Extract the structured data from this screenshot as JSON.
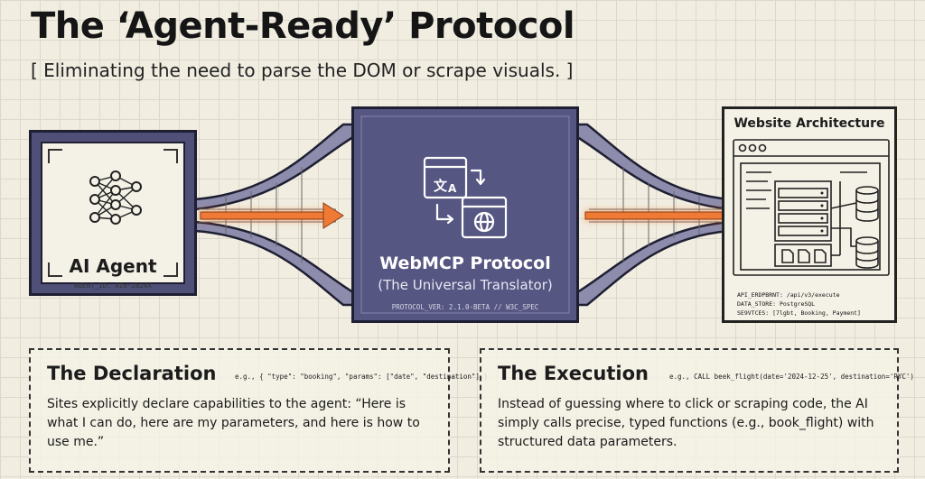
{
  "header": {
    "title": "The ‘Agent-Ready’ Protocol",
    "subtitle": "[ Eliminating the need to parse the DOM or scrape visuals. ]"
  },
  "agent": {
    "label": "AI Agent",
    "id": "AGENT_ID: AI6-2824X"
  },
  "protocol": {
    "name": "WebMCP Protocol",
    "subtitle": "(The Universal Translator)",
    "version": "PROTOCOL_VER: 2.1.0-BETA // W3C_SPEC"
  },
  "website": {
    "title": "Website Architecture",
    "spec_lines": [
      "API_ERDPBRNT: /api/v3/execute",
      "DATA_STORE: PostgreSQL",
      "SE9VTCES: [7lgbt, Booking, Payment]"
    ]
  },
  "panels": {
    "declaration": {
      "title": "The Declaration",
      "example": "e.g., { \"type\": \"booking\", \"params\": [\"date\", \"destination\"] }",
      "body": "Sites explicitly declare capabilities to the agent: “Here is what I can do, here are my parameters, and here is how to use me.”"
    },
    "execution": {
      "title": "The Execution",
      "example": "e.g., CALL beek_flight(date='2024-12-25', destination='RYC')",
      "body": "Instead of guessing where to click or scraping code, the AI simply calls precise, typed functions (e.g., book_flight) with structured data parameters."
    }
  },
  "colors": {
    "box_fill": "#565683",
    "box_border": "#1f1f33",
    "arrow": "#ef7a36",
    "background": "#f1ede1"
  }
}
